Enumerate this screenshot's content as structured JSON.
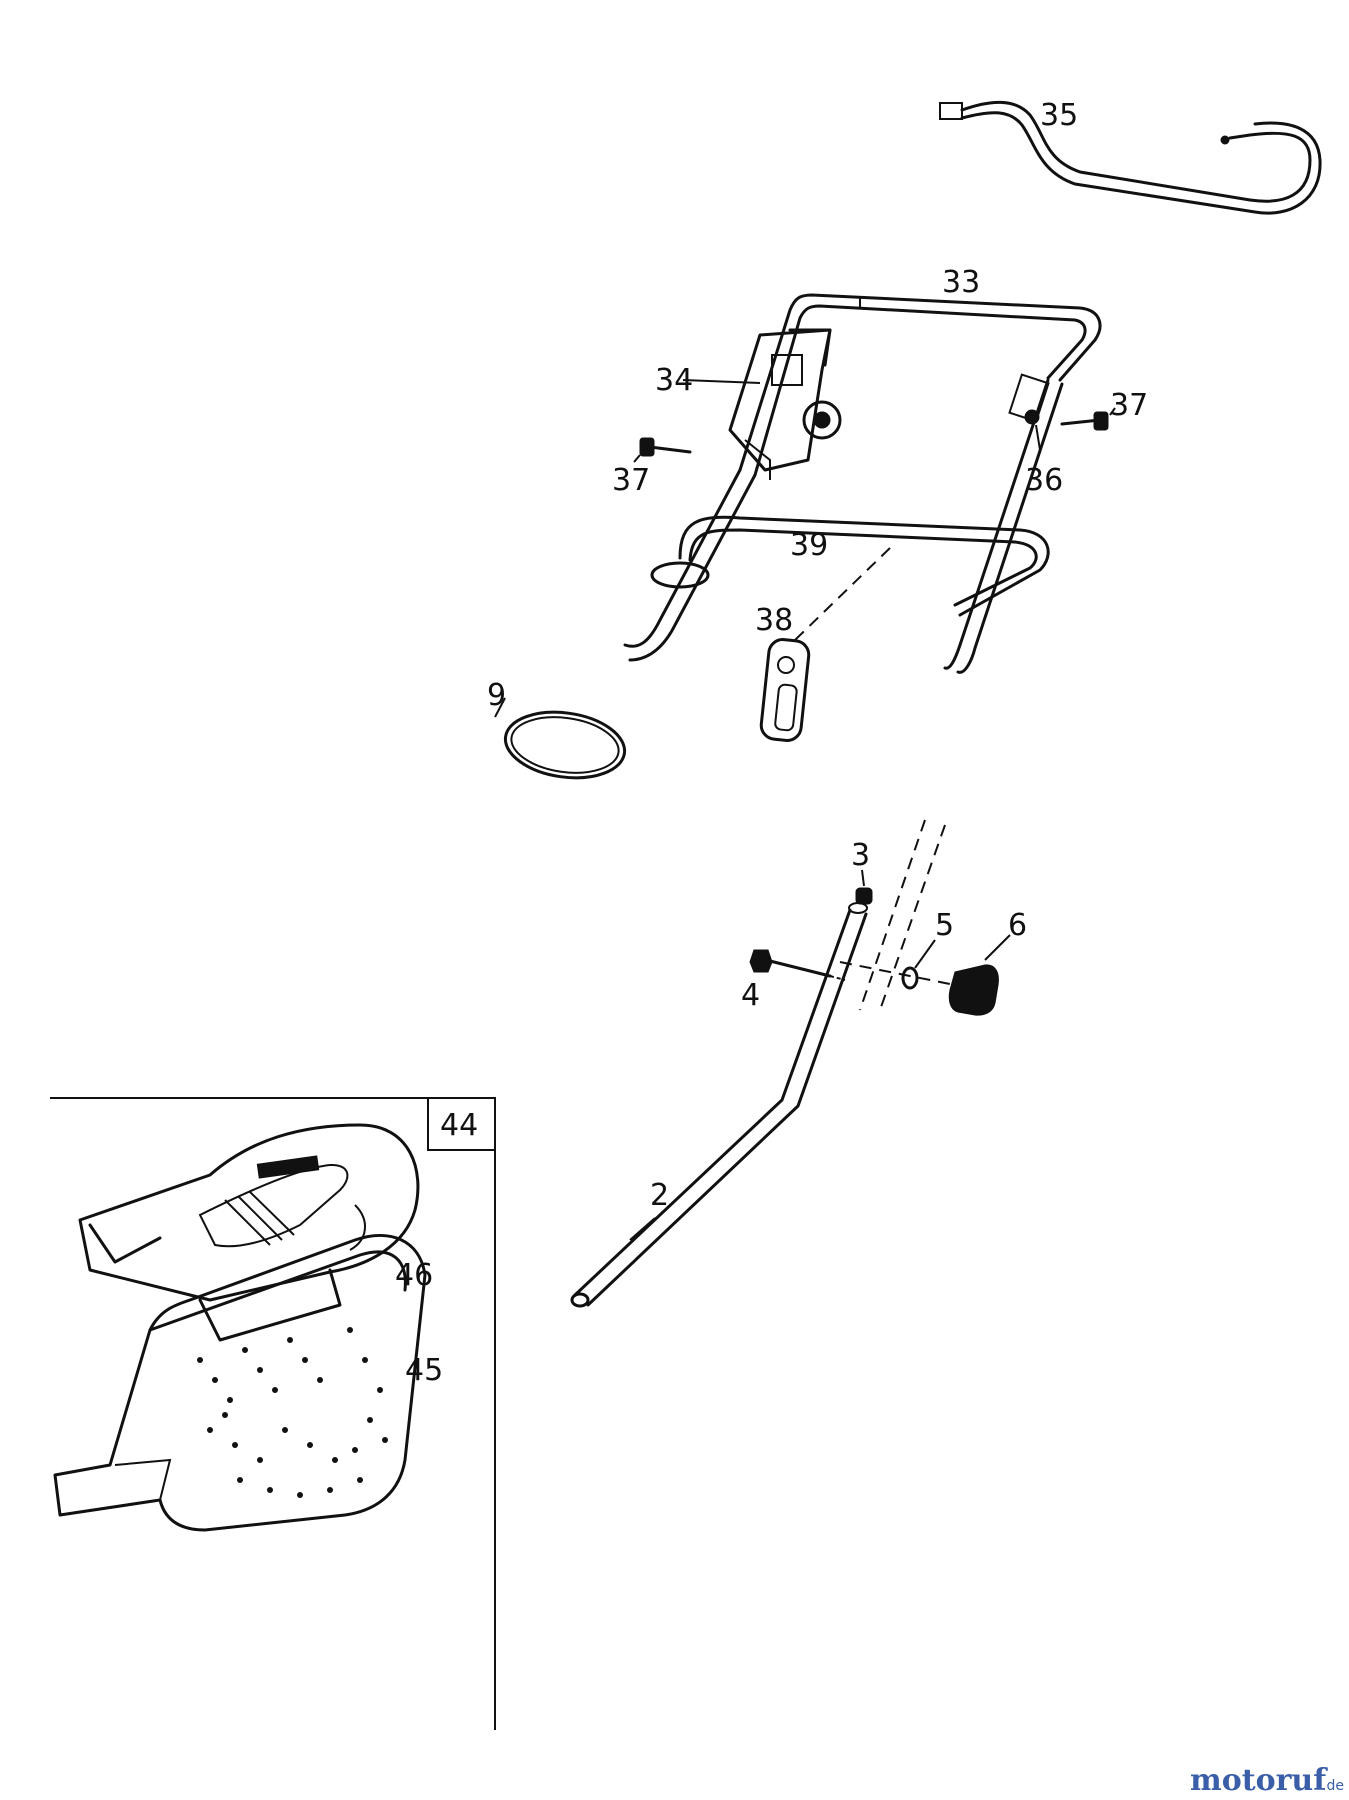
{
  "parts": [
    {
      "id": "35",
      "label": "35"
    },
    {
      "id": "33",
      "label": "33"
    },
    {
      "id": "34",
      "label": "34"
    },
    {
      "id": "37a",
      "label": "37"
    },
    {
      "id": "37b",
      "label": "37"
    },
    {
      "id": "36",
      "label": "36"
    },
    {
      "id": "39",
      "label": "39"
    },
    {
      "id": "38",
      "label": "38"
    },
    {
      "id": "9",
      "label": "9"
    },
    {
      "id": "3",
      "label": "3"
    },
    {
      "id": "4",
      "label": "4"
    },
    {
      "id": "5",
      "label": "5"
    },
    {
      "id": "6",
      "label": "6"
    },
    {
      "id": "2",
      "label": "2"
    },
    {
      "id": "44",
      "label": "44"
    },
    {
      "id": "46",
      "label": "46"
    },
    {
      "id": "45",
      "label": "45"
    }
  ],
  "watermark": {
    "main": "motoruf",
    "suffix": ".de"
  },
  "colors": {
    "line": "#111111",
    "logo_o1": "#e2231a",
    "logo_o2": "#f5a300",
    "logo_rest": "#3a5fa8"
  }
}
